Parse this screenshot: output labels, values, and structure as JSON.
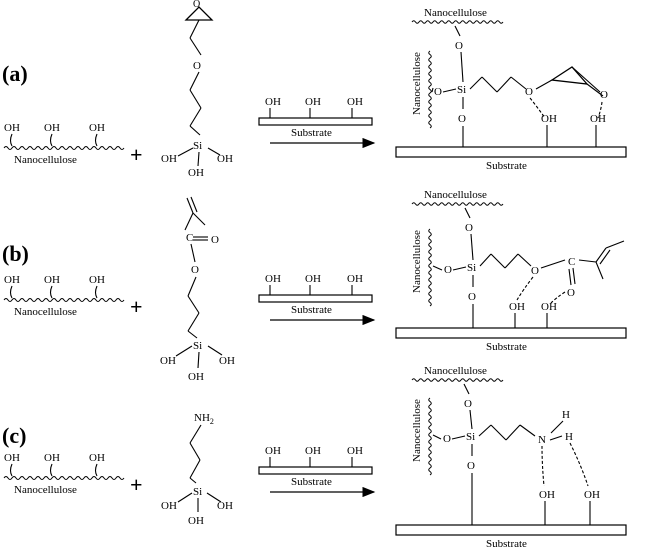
{
  "panels": [
    {
      "letter": "(a)",
      "silane_top": "",
      "amine_sub": ""
    },
    {
      "letter": "(b)",
      "silane_top": "O",
      "amine_sub": ""
    },
    {
      "letter": "(c)",
      "silane_top": "",
      "amine_sub": "2"
    }
  ],
  "labels": {
    "nanocellulose": "Nanocellulose",
    "substrate": "Substrate",
    "plus": "+",
    "oh": "OH",
    "si": "Si",
    "o": "O",
    "c": "C",
    "n": "N",
    "h": "H",
    "nh": "NH"
  }
}
